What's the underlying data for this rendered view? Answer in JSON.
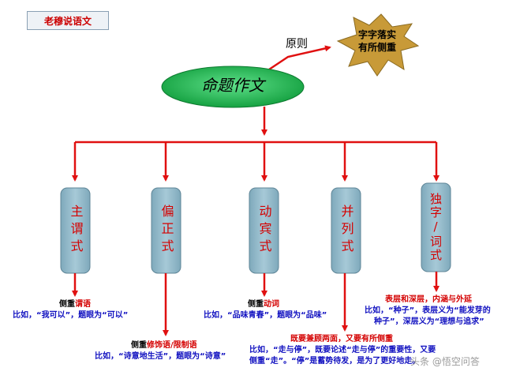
{
  "title_box": "老穆说语文",
  "principle_label": "原则",
  "star": {
    "line1": "字字落实",
    "line2": "有所侧重"
  },
  "center_label": "命题作文",
  "pillars": [
    {
      "label": "主谓式"
    },
    {
      "label": "偏正式"
    },
    {
      "label": "动宾式"
    },
    {
      "label": "并列式"
    },
    {
      "label": "独字/词式"
    }
  ],
  "notes": {
    "n1": {
      "prefix": "侧重",
      "emph": "谓语",
      "example": "比如，“我可以”，题眼为“可以”"
    },
    "n2": {
      "prefix": "侧重",
      "emph": "修饰语/限制语",
      "example": "比如，“诗意地生活”，题眼为“诗意”"
    },
    "n3": {
      "prefix": "侧重",
      "emph": "动词",
      "example": "比如，“品味青春”，题眼为“品味”"
    },
    "n4": {
      "head": "既要兼顾两面，又要有所侧重",
      "line1": "比如，“走与停”，既要论述“走与停”的重要性，又要",
      "line2": "侧重“走”。“停”是蓄势待发，是为了更好地走。"
    },
    "n5": {
      "head": "表层和深层，内涵与外延",
      "line1": "比如，“种子”，表层义为“能发芽的",
      "line2": "种子”，深层义为“理想与追求”"
    }
  },
  "watermark": "头条 @悟空问答",
  "colors": {
    "arrow": "#e01010",
    "ellipse_fill": "#16b84a",
    "pillar_fill": "#8fb7c7",
    "star_fill": "#c89a38"
  }
}
